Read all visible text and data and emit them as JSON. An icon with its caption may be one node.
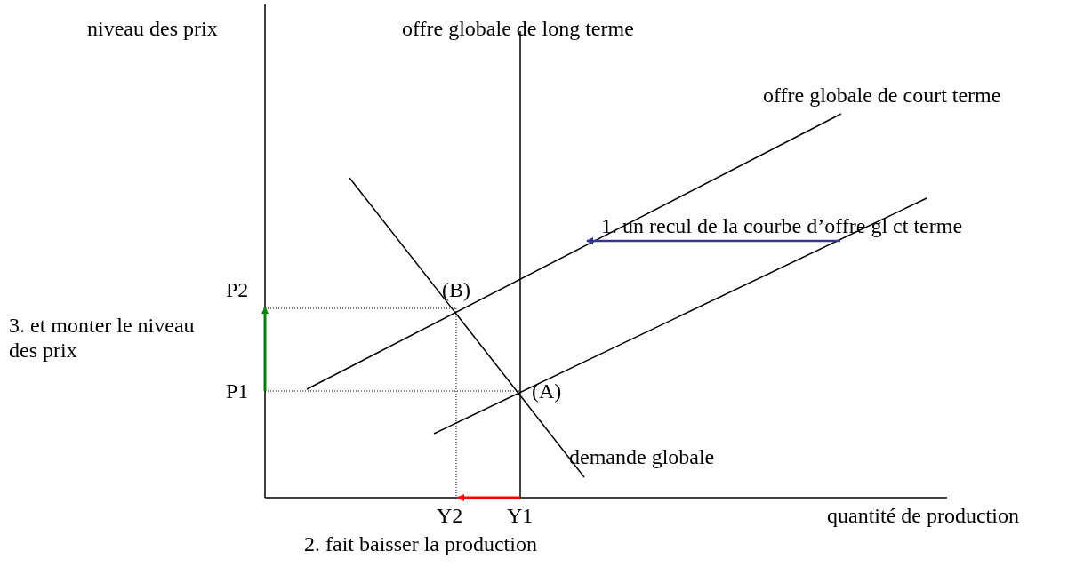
{
  "diagram": {
    "labels": [
      "niveau des prix",
      "offre globale de long terme",
      "offre globale de court terme",
      "1. un recul de la courbe d’offre gl ct terme",
      "P2",
      "(B)",
      "3. et monter le niveau des prix",
      "P1",
      "(A)",
      "demande globale",
      "Y2",
      "Y1",
      "quantité de production",
      "2. fait baisser la production"
    ]
  }
}
